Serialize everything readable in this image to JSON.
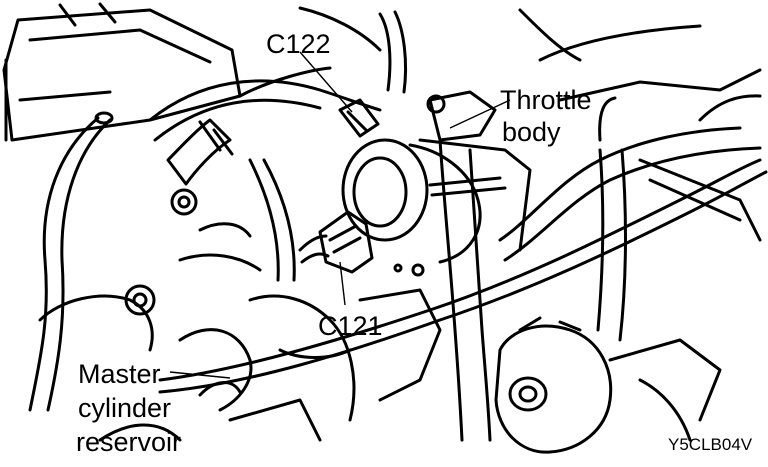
{
  "figure": {
    "labels": {
      "c122": "C122",
      "throttle_line1": "Throttle",
      "throttle_line2": "body",
      "c121": "C121",
      "master_line1": "Master",
      "master_line2": "cylinder",
      "master_line3": "reservoir"
    },
    "figure_code": "Y5CLB04V"
  }
}
